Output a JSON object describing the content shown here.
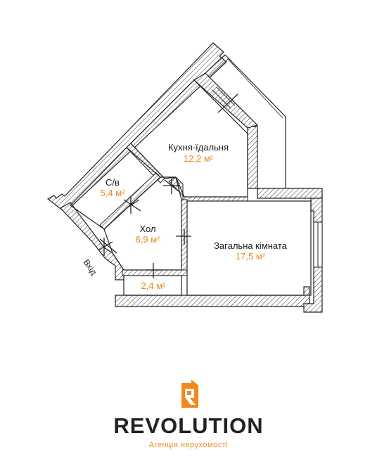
{
  "floor_plan": {
    "rooms": [
      {
        "name": "Кухня-їдальня",
        "area": "12,2 м²"
      },
      {
        "name": "С/в",
        "area": "5,4 м²"
      },
      {
        "name": "Хол",
        "area": "6,9 м²"
      },
      {
        "name": "Загальна кімната",
        "area": "17,5 м²"
      },
      {
        "name": "",
        "area": "2,4 м²"
      }
    ],
    "entrance_label": "Вхід"
  },
  "branding": {
    "wordmark": "REVOLUTION",
    "tagline": "Агенція нерухомості",
    "accent_color": "#f08a1c",
    "text_color": "#222222"
  }
}
